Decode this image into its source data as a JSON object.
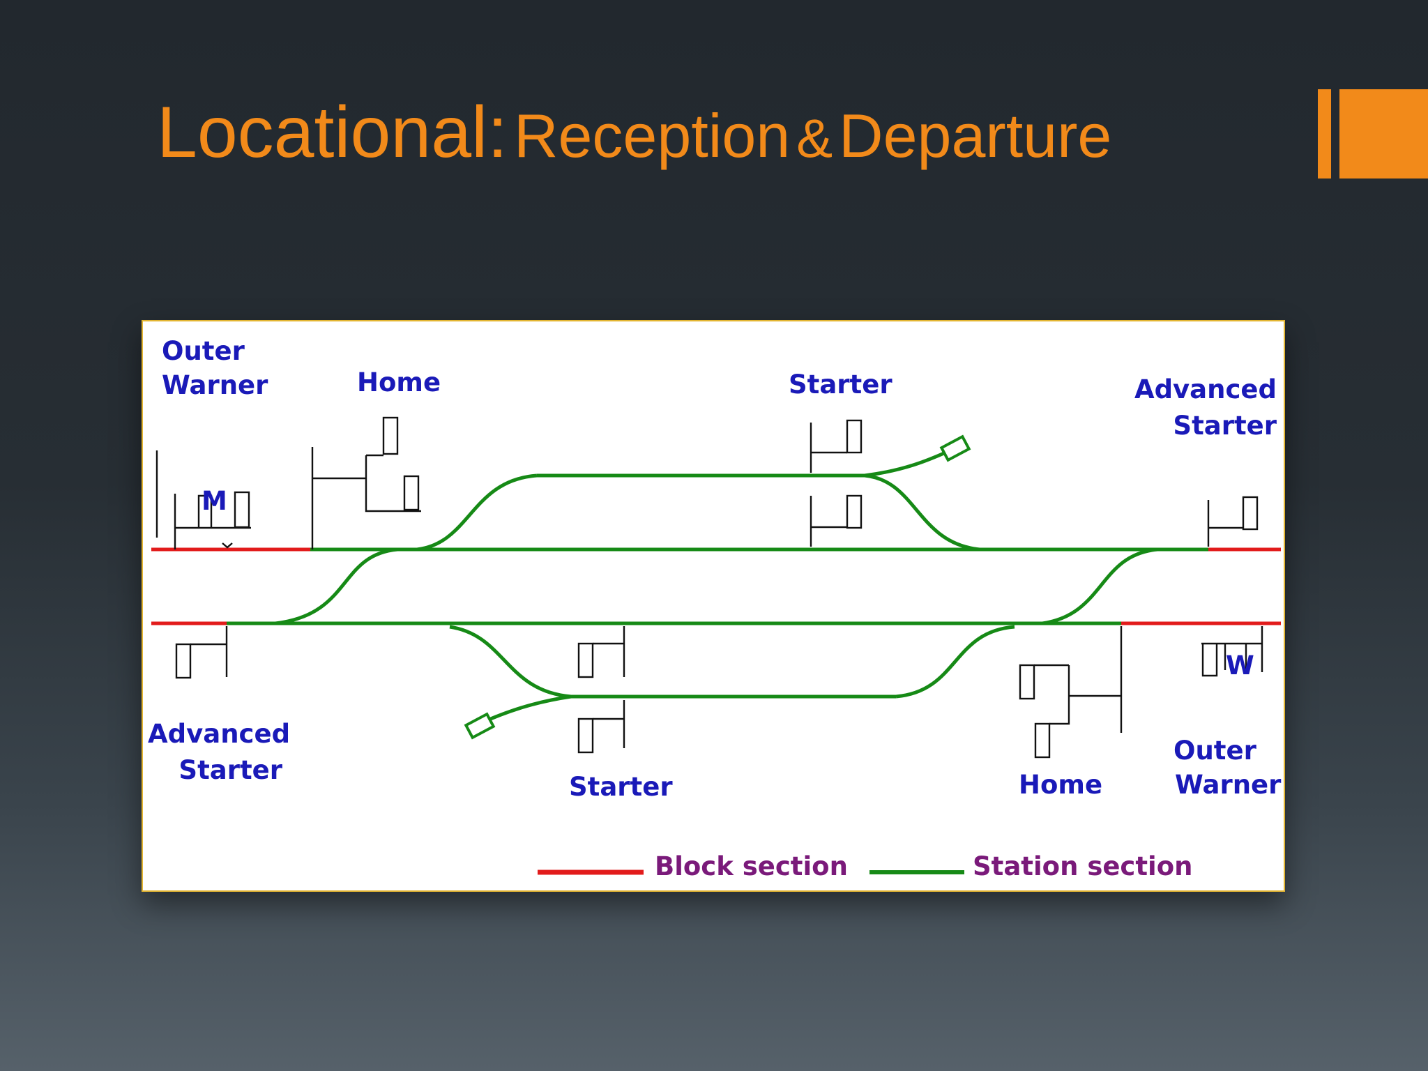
{
  "slide": {
    "title_part1": "Locational:",
    "title_part2": "Reception",
    "title_part3": "&",
    "title_part4": "Departure",
    "accent_color": "#f28a1a"
  },
  "diagram": {
    "labels": {
      "outer_warner_left_1": "Outer",
      "outer_warner_left_2": "Warner",
      "home_top": "Home",
      "starter_top": "Starter",
      "advanced_starter_right_1": "Advanced",
      "advanced_starter_right_2": "Starter",
      "advanced_starter_left_1": "Advanced",
      "advanced_starter_left_2": "Starter",
      "starter_bottom": "Starter",
      "home_bottom": "Home",
      "outer_warner_right_1": "Outer",
      "outer_warner_right_2": "Warner"
    },
    "legend": {
      "block_section": "Block section",
      "station_section": "Station section"
    },
    "colors": {
      "block_section": "#e21b1b",
      "station_section": "#168a16",
      "label": "#1a1ab8",
      "legend_label": "#7a1a7a"
    },
    "signal_marks": [
      "M",
      "W"
    ]
  }
}
